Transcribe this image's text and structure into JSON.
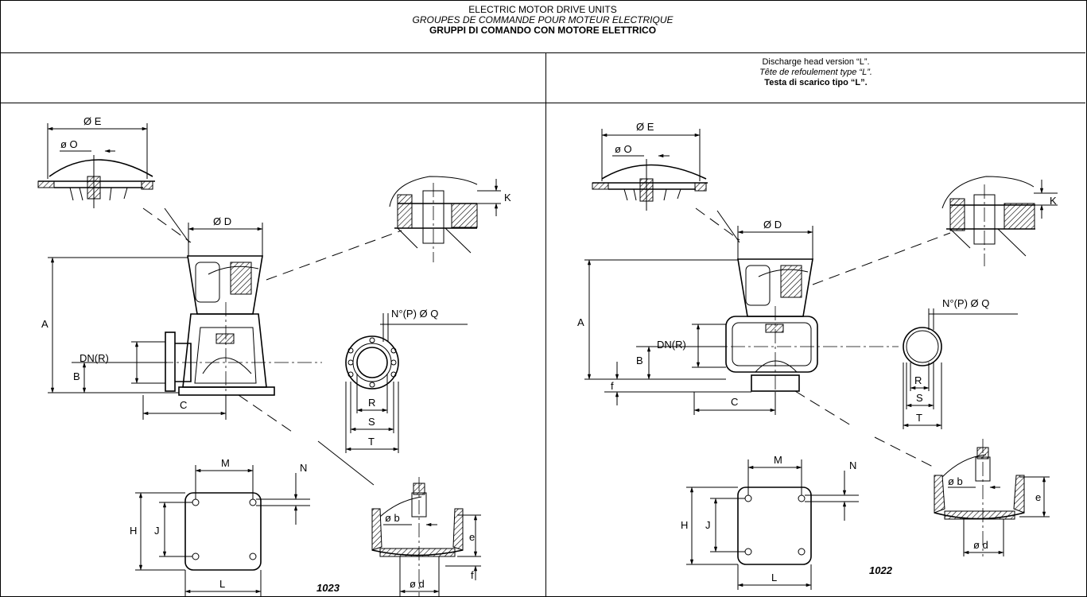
{
  "header": {
    "line1": "ELECTRIC MOTOR DRIVE UNITS",
    "line2": "GROUPES DE COMMANDE POUR MOTEUR ELECTRIQUE",
    "line3": "GRUPPI DI COMANDO CON MOTORE ELETTRICO"
  },
  "right_panel": {
    "line1": "Discharge head version “L”.",
    "line2": "Tête de refoulement type “L”.",
    "line3": "Testa di scarico tipo “L”."
  },
  "left_drawing": {
    "labels": {
      "E": "Ø E",
      "O": "ø O",
      "D": "Ø D",
      "K": "K",
      "A": "A",
      "B": "B",
      "DN": "DN(R)",
      "C": "C",
      "NPQ": "N°(P) Ø Q",
      "R": "R",
      "S": "S",
      "T": "T",
      "M": "M",
      "N": "N",
      "H": "H",
      "J": "J",
      "L": "L",
      "b": "ø b",
      "e": "e",
      "f": "f",
      "d": "ø d"
    },
    "code": "1023"
  },
  "right_drawing": {
    "labels": {
      "E": "Ø E",
      "O": "ø O",
      "D": "Ø D",
      "K": "K",
      "A": "A",
      "B": "B",
      "DN": "DN(R)",
      "f": "f",
      "C": "C",
      "NPQ": "N°(P) Ø Q",
      "R": "R",
      "S": "S",
      "T": "T",
      "M": "M",
      "N": "N",
      "H": "H",
      "J": "J",
      "L": "L",
      "b": "ø b",
      "e": "e",
      "d": "ø d"
    },
    "code": "1022"
  }
}
